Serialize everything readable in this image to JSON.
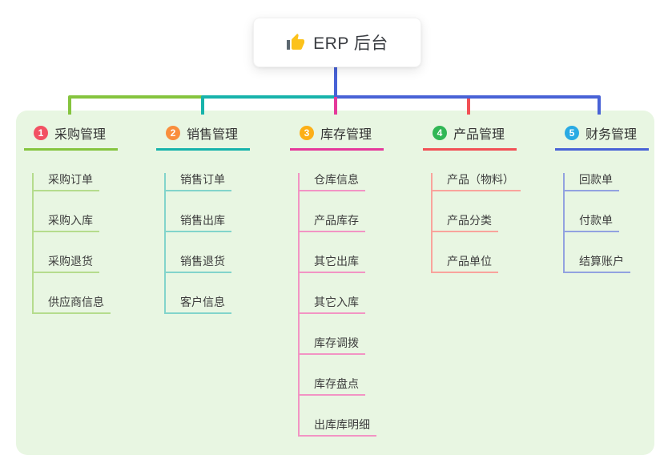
{
  "root": {
    "title": "ERP 后台",
    "icon": "thumbs-up-icon",
    "connector_color": "#4862d6"
  },
  "canvas": {
    "background_color": "#e8f6e2"
  },
  "branches": [
    {
      "badge": "1",
      "label": "采购管理",
      "badge_color": "#f25163",
      "line_color": "#85c43e",
      "sub_line_color": "#b5dc8d",
      "items": [
        "采购订单",
        "采购入库",
        "采购退货",
        "供应商信息"
      ]
    },
    {
      "badge": "2",
      "label": "销售管理",
      "badge_color": "#f98e3d",
      "line_color": "#17b3ab",
      "sub_line_color": "#82d4cb",
      "items": [
        "销售订单",
        "销售出库",
        "销售退货",
        "客户信息"
      ]
    },
    {
      "badge": "3",
      "label": "库存管理",
      "badge_color": "#fcaf17",
      "line_color": "#e5399b",
      "sub_line_color": "#f294c4",
      "items": [
        "仓库信息",
        "产品库存",
        "其它出库",
        "其它入库",
        "库存调拨",
        "库存盘点",
        "出库库明细"
      ]
    },
    {
      "badge": "4",
      "label": "产品管理",
      "badge_color": "#31b755",
      "line_color": "#f25055",
      "sub_line_color": "#f9a39c",
      "items": [
        "产品（物料）",
        "产品分类",
        "产品单位"
      ]
    },
    {
      "badge": "5",
      "label": "财务管理",
      "badge_color": "#29aae3",
      "line_color": "#4862d6",
      "sub_line_color": "#92a2e0",
      "items": [
        "回款单",
        "付款单",
        "结算账户"
      ]
    }
  ]
}
